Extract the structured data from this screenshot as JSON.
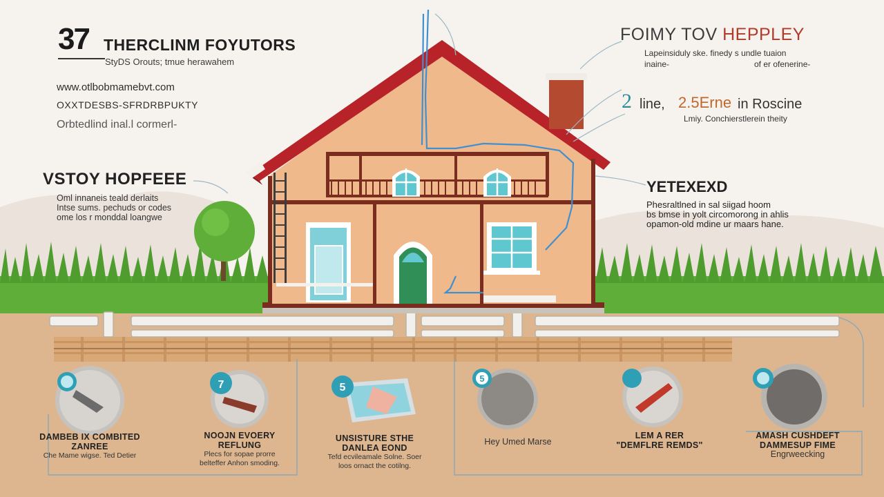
{
  "header_left": {
    "number": "37",
    "title": "THERCLINM FOYUTORS",
    "subtitle": "StyDS Orouts; tmue herawahem",
    "url": "www.otlbobmamebvt.com",
    "caps_line": "OXXTDESBS-SFRDRBPUKTY",
    "tagline": "Orbtedlind inal.l cormerl-"
  },
  "left_callout": {
    "heading": "VSTOY HOPFEEE",
    "lines": [
      "Oml innaneis teald derlaits",
      "Intse sums. pechuds or codes",
      "ome los r monddal loangwe"
    ]
  },
  "right_top": {
    "heading_a": "FOIMY TOV ",
    "heading_b": "HEPPLEY",
    "line1": "Lapeinsiduly ske. finedy s undle tuaion",
    "line2a": "inaine-",
    "line2b": "of er ofenerine-"
  },
  "right_stat": {
    "num": "2",
    "label1": "line,",
    "value": "2.5Erne",
    "label2": "in Roscine",
    "sub": "Lmiy. Conchierstlerein theity"
  },
  "right_mid": {
    "heading": "YETEXEXD",
    "lines": [
      "Phesraltlned in sal siigad hoom",
      "bs bmse in yolt circomorong in ahlis",
      "opamon-old mdine ur maars hane."
    ]
  },
  "steps": [
    {
      "badge": "",
      "title": "DAMBEB IX COMBITED",
      "title2": "ZANREE",
      "body": "Che Mame wigse. Ted Detier",
      "body2": ""
    },
    {
      "badge": "7",
      "title": "NOOJN EVOERY",
      "title2": "REFLUNG",
      "body": "Plecs for sopae prorre",
      "body2": "belteffer Anhon smoding."
    },
    {
      "badge": "5",
      "title": "UNSISTURE STHE",
      "title2": "DANLEA EOND",
      "body": "Tefd ecvileamale Solne. Soer",
      "body2": "loos ornact the cotilng."
    },
    {
      "badge": "5",
      "title": "",
      "title2": "",
      "body": "Hey Umed Marse",
      "body2": ""
    },
    {
      "badge": "",
      "title": "LEM A RER",
      "title2": "\"DEMFLRE REMDS\"",
      "body": "",
      "body2": ""
    },
    {
      "badge": "",
      "title": "AMASH CUSHDEFT",
      "title2": "DAMMESUP FIME",
      "body": "Engrweecking",
      "body2": ""
    }
  ],
  "colors": {
    "roof": "#b8232a",
    "wall": "#efb98b",
    "trim": "#7a2d1f",
    "soil": "#ddb690",
    "grass": "#5fae3a",
    "water_line": "#3f8fd1",
    "window": "#5fc7cf",
    "sky": "#f6f3ee"
  }
}
